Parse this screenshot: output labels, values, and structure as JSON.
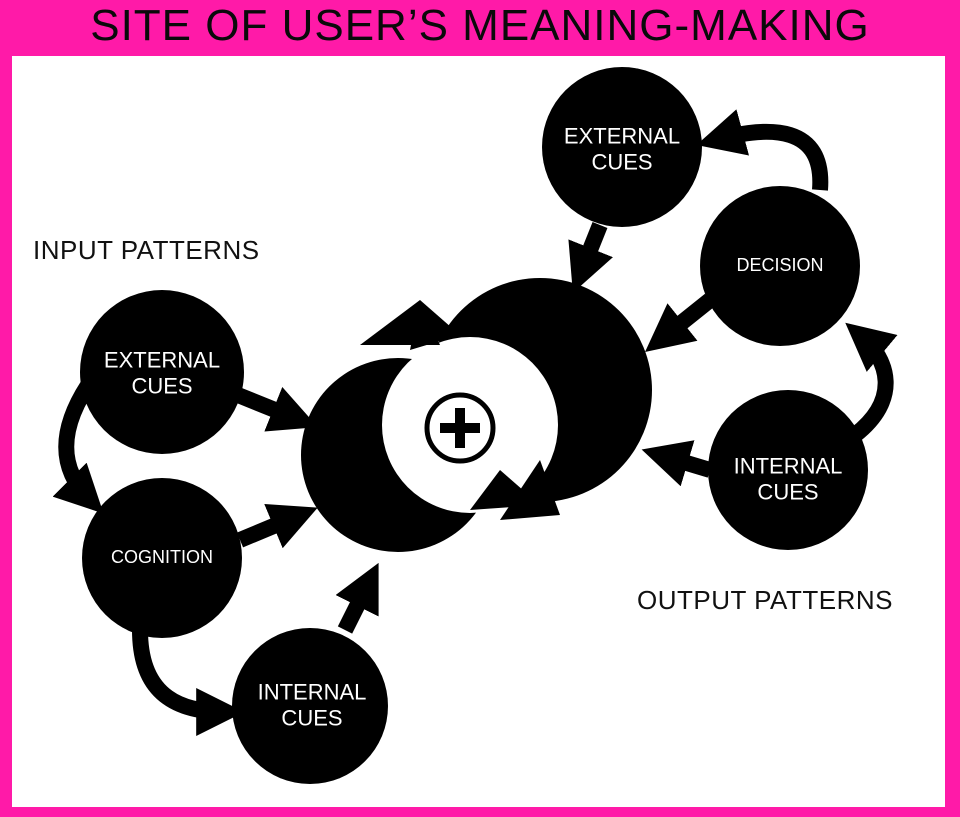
{
  "header": {
    "title": "SITE OF USER’S MEANING-MAKING"
  },
  "input_patterns": {
    "label": "INPUT PATTERNS",
    "external_cues": "EXTERNAL\nCUES",
    "cognition": "COGNITION",
    "internal_cues": "INTERNAL\nCUES"
  },
  "output_patterns": {
    "label": "OUTPUT PATTERNS",
    "external_cues": "EXTERNAL\nCUES",
    "decision": "DECISION",
    "internal_cues": "INTERNAL\nCUES"
  },
  "center": {
    "symbol": "plus-in-circle-icon"
  },
  "colors": {
    "frame": "#ff1aa8",
    "node": "#000000",
    "background": "#ffffff"
  }
}
